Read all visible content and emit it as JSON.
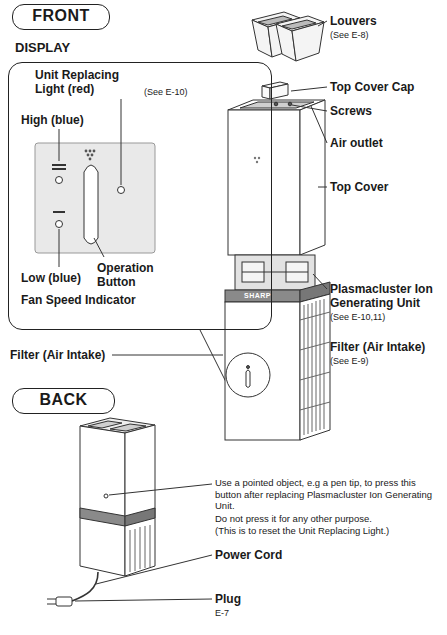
{
  "diagram": {
    "nodes": [
      {
        "text": [
          "FRONT"
        ]
      },
      {
        "text": [
          "DISPLAY",
          "Unit Replacing Light (red)",
          "(See E-10)",
          "High (blue)",
          "Low (blue)",
          "Fan Speed Indicator",
          "Operation Button"
        ]
      },
      {
        "text": [
          "BACK"
        ]
      }
    ],
    "labels": [
      "Louvers",
      "(See E-8)",
      "Top Cover Cap",
      "Screws",
      "Air outlet",
      "Top Cover",
      "Plasmacluster Ion Generating Unit",
      "(See E-10,11)",
      "Filter (Air Intake)",
      "Filter (Air Intake)",
      "(See E-9)",
      "SHARP",
      "Use a pointed object, e.g a pen tip, to press this button after replacing Plasmacluster Ion Generating Unit.",
      "Do not press it for any other purpose.",
      "(This is to reset the Unit Replacing Light.)",
      "Power Cord",
      "Plug",
      "E-7"
    ]
  }
}
